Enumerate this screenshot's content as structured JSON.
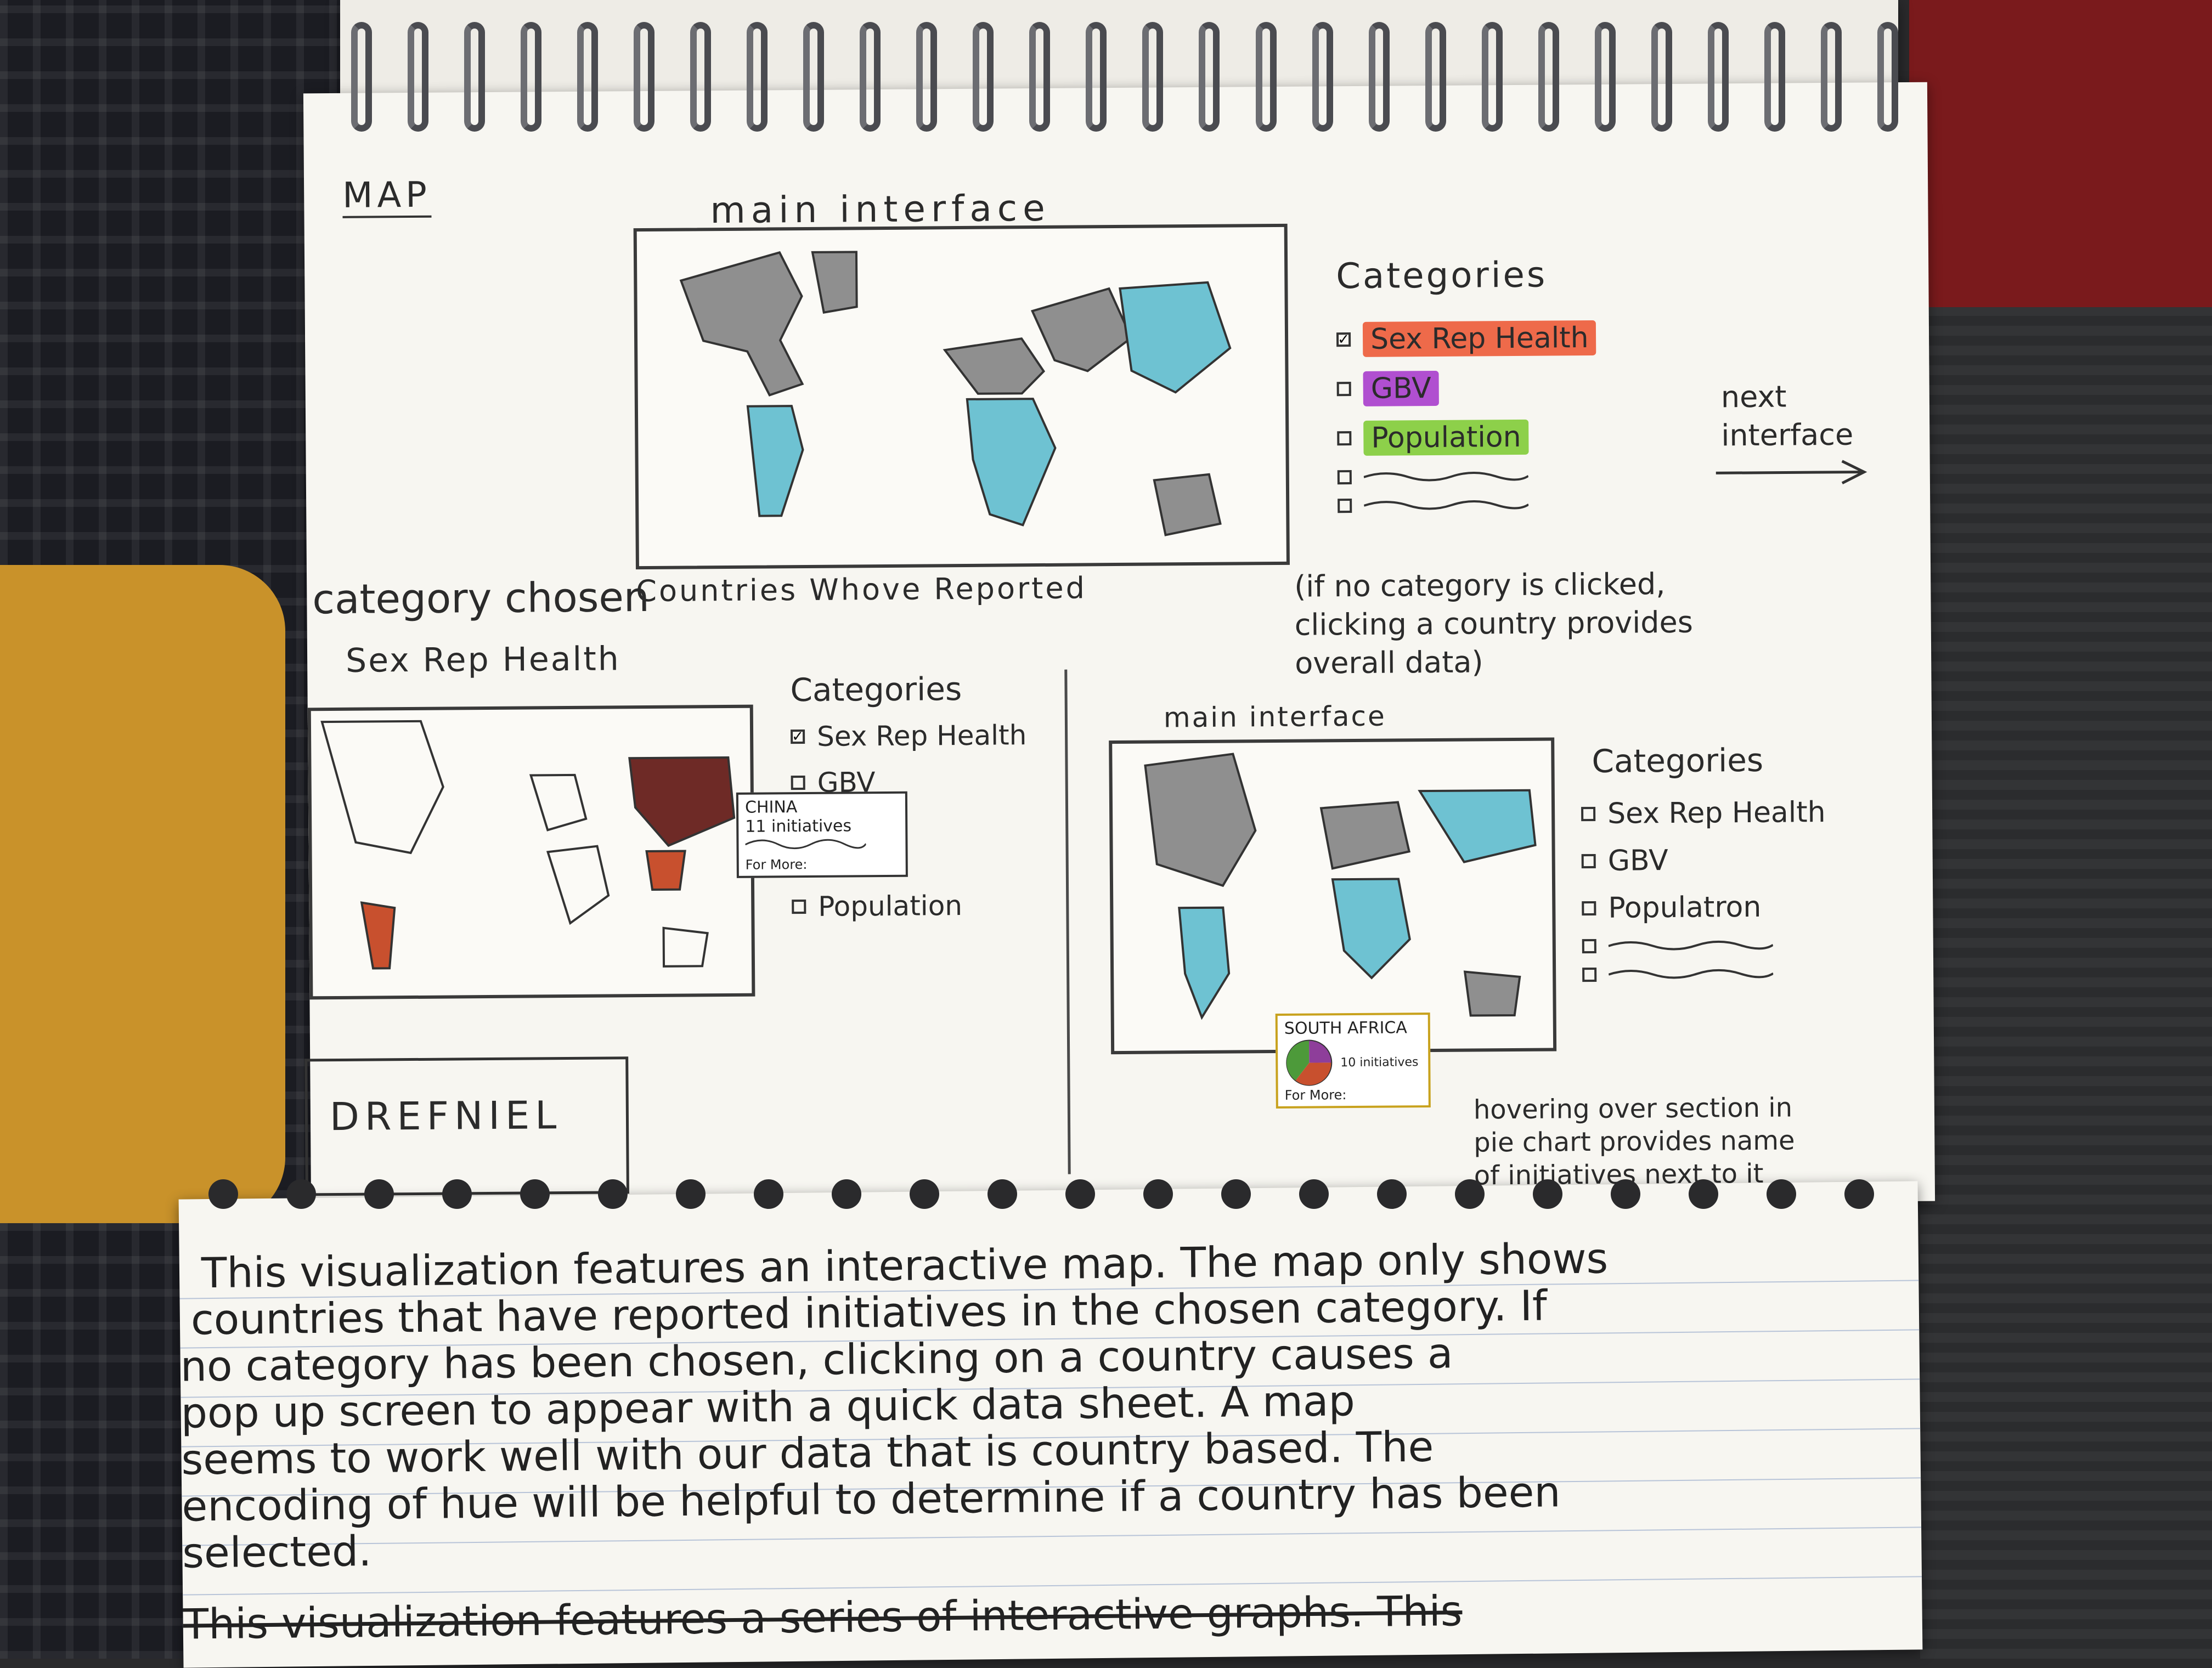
{
  "main_page": {
    "section_label": "MAP",
    "top_title": "main interface",
    "map_caption": "Countries Whove Reported",
    "categories_title": "Categories",
    "categories": [
      {
        "label": "Sex Rep Health",
        "highlight": "#ee6a4a",
        "checked": true
      },
      {
        "label": "GBV",
        "highlight": "#b04fd0",
        "checked": false
      },
      {
        "label": "Population",
        "highlight": "#8dd04a",
        "checked": false
      }
    ],
    "next_note_line1": "next",
    "next_note_line2": "interface",
    "click_note_line1": "(if no category is clicked,",
    "click_note_line2": "clicking a country provides",
    "click_note_line3": "overall data)"
  },
  "category_panel": {
    "heading": "category chosen",
    "subheading": "Sex Rep Health",
    "categories_title": "Categories",
    "items": [
      "Sex Rep Health",
      "GBV",
      "Population"
    ],
    "popup_country": "CHINA",
    "popup_count": "11 initiatives",
    "popup_more": "For More:"
  },
  "interface_panel": {
    "title": "main interface",
    "categories_title": "Categories",
    "items": [
      "Sex Rep Health",
      "GBV",
      "Populatron"
    ],
    "popup_country": "SOUTH AFRICA",
    "popup_count": "10 initiatives",
    "popup_more": "For More:",
    "hover_note_line1": "hovering over section in",
    "hover_note_line2": "pie chart provides name",
    "hover_note_line3": "of initiatives next to it"
  },
  "name_box": "DREFNIEL",
  "paragraph": [
    "This visualization features an interactive map. The map only shows",
    "countries that have reported initiatives in the chosen category. If",
    "no category has been chosen, clicking on a country causes a",
    "pop up screen to appear with a quick data sheet. A map",
    "seems to work well with our data that is country based. The",
    "encoding of hue will be helpful to determine if a country has been",
    "selected."
  ],
  "crossed_line": "This visualization features a series of interactive graphs. This",
  "colors": {
    "gray_fill": "#8f8f8f",
    "blue_fill": "#6ec2d2",
    "red_fill": "#c8502e",
    "maroon_fill": "#6e2a26",
    "pencil": "#3a3a3a"
  }
}
